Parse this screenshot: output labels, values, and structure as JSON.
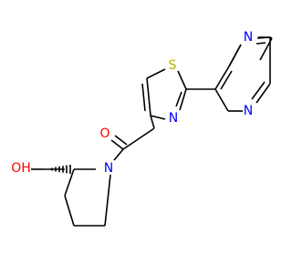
{
  "molecule": {
    "atoms": [
      {
        "symbol": "OH",
        "color": "#ff0000"
      },
      {
        "symbol": "O",
        "color": "#ff0000"
      },
      {
        "symbol": "N",
        "color": "#0000ff"
      },
      {
        "symbol": "N",
        "color": "#0000ff"
      },
      {
        "symbol": "S",
        "color": "#b2b200"
      },
      {
        "symbol": "N",
        "color": "#0000ff"
      },
      {
        "symbol": "N",
        "color": "#0000ff"
      }
    ],
    "colors": {
      "bond": "#000000",
      "oxygen": "#ff0000",
      "nitrogen": "#0000ff",
      "sulfur": "#b2b200"
    }
  }
}
